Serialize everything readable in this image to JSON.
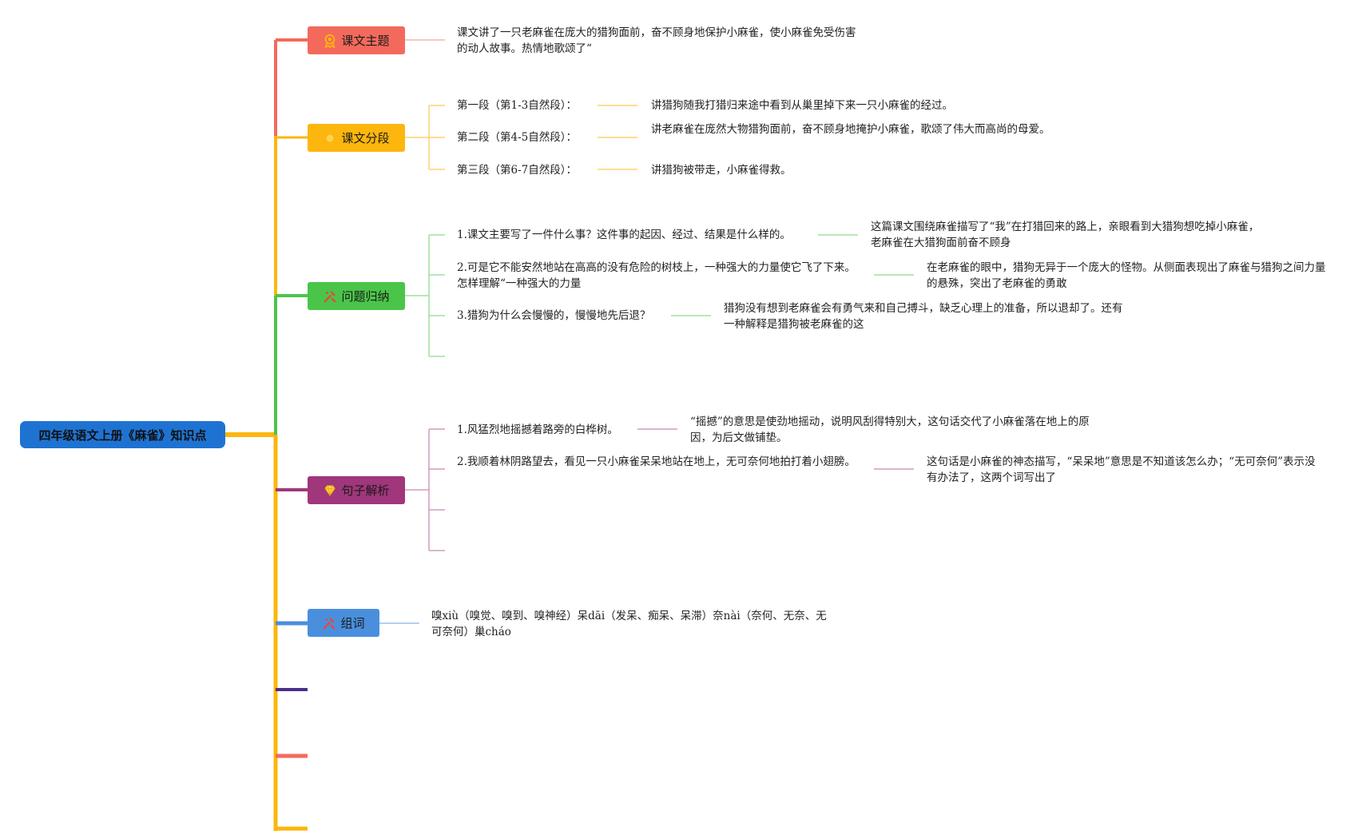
{
  "root": {
    "label": "四年级语文上册《麻雀》知识点"
  },
  "colors": {
    "red": "#f36a5c",
    "orange": "#fcb60d",
    "green": "#4bc44a",
    "purple": "#a0367b",
    "blue": "#4a8fdd",
    "darkpurple": "#4a2e8c",
    "root": "#1e73d2"
  },
  "branches": {
    "theme": {
      "label": "课文主题",
      "icon": "badge-icon",
      "text": "课文讲了一只老麻雀在庞大的猎狗面前，奋不顾身地保护小麻雀，使小麻雀免受伤害的动人故事。热情地歌颂了“"
    },
    "sections": {
      "label": "课文分段",
      "icon": "sun-icon",
      "items": [
        {
          "label": "第一段（第1-3自然段）：",
          "detail": "讲猎狗随我打猎归来途中看到从巢里掉下来一只小麻雀的经过。"
        },
        {
          "label": "第二段（第4-5自然段）：",
          "detail": "讲老麻雀在庞然大物猎狗面前，奋不顾身地掩护小麻雀，歌颂了伟大而高尚的母爱。"
        },
        {
          "label": "第三段（第6-7自然段）：",
          "detail": "讲猎狗被带走，小麻雀得救。"
        }
      ]
    },
    "questions": {
      "label": "问题归纳",
      "icon": "tools-icon",
      "items": [
        {
          "q": "1.课文主要写了一件什么事？这件事的起因、经过、结果是什么样的。",
          "a": "这篇课文围绕麻雀描写了“我”在打猎回来的路上，亲眼看到大猎狗想吃掉小麻雀，老麻雀在大猎狗面前奋不顾身"
        },
        {
          "q": "2.可是它不能安然地站在高高的没有危险的树枝上，一种强大的力量使它飞了下来。怎样理解“一种强大的力量",
          "a": "在老麻雀的眼中，猎狗无异于一个庞大的怪物。从侧面表现出了麻雀与猎狗之间力量的悬殊，突出了老麻雀的勇敢"
        },
        {
          "q": "3.猎狗为什么会慢慢的，慢慢地先后退？",
          "a": "猎狗没有想到老麻雀会有勇气来和自己搏斗，缺乏心理上的准备，所以退却了。还有一种解释是猎狗被老麻雀的这"
        }
      ]
    },
    "sentences": {
      "label": "句子解析",
      "icon": "diamond-icon",
      "items": [
        {
          "s": "1.风猛烈地摇撼着路旁的白桦树。",
          "a": "“摇撼”的意思是使劲地摇动，说明风刮得特别大，这句话交代了小麻雀落在地上的原因，为后文做铺垫。"
        },
        {
          "s": "2.我顺着林阴路望去，看见一只小麻雀呆呆地站在地上，无可奈何地拍打着小翅膀。",
          "a": "这句话是小麻雀的神态描写，“呆呆地”意思是不知道该怎么办；“无可奈何”表示没有办法了，这两个词写出了"
        }
      ]
    },
    "words": {
      "label": "组词",
      "icon": "tools-icon",
      "text": "嗅xiù（嗅觉、嗅到、嗅神经）呆dāi（发呆、痴呆、呆滞）奈nài（奈何、无奈、无可奈何）巢cháo"
    }
  }
}
